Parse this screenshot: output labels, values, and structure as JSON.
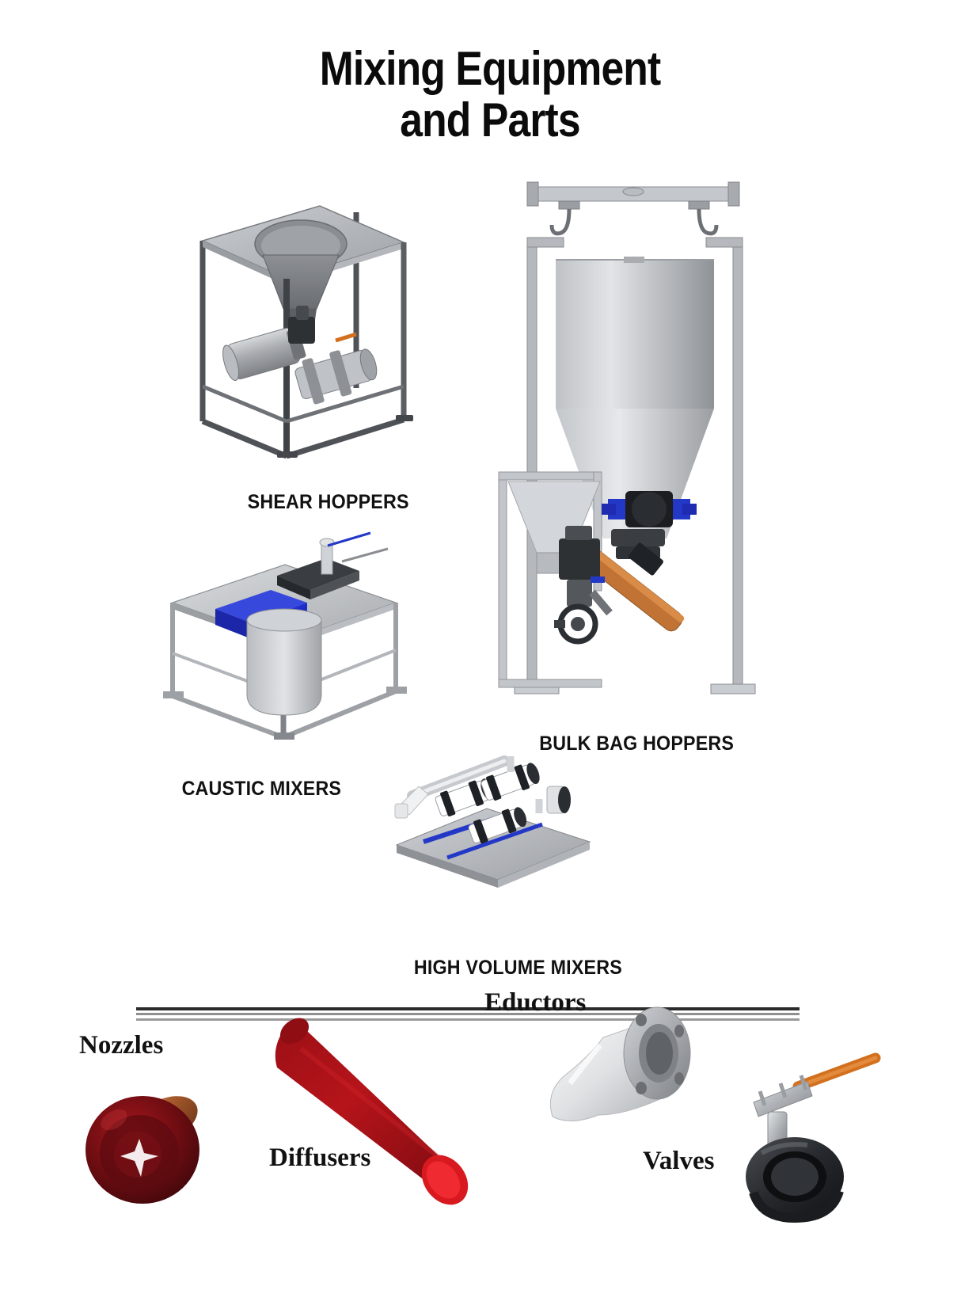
{
  "page": {
    "title_line1": "Mixing Equipment",
    "title_line2": "and Parts",
    "background_color": "#ffffff",
    "text_color": "#111111"
  },
  "equipment_section": {
    "items": [
      {
        "id": "shear-hoppers",
        "label": "SHEAR HOPPERS",
        "image_name": "shear-hopper-illustration",
        "description": "Skid frame with round hopper, motor and inline pump assembly"
      },
      {
        "id": "bulk-bag-hoppers",
        "label": "BULK BAG HOPPERS",
        "image_name": "bulk-bag-hopper-illustration",
        "description": "Tall frame with lifting beam, conical bag hopper and discharge valve"
      },
      {
        "id": "caustic-mixers",
        "label": "CAUSTIC MIXERS",
        "image_name": "caustic-mixer-illustration",
        "description": "Two tier skid with blue tote and tank"
      },
      {
        "id": "high-volume-mixers",
        "label": "HIGH VOLUME MIXERS",
        "image_name": "high-volume-mixer-illustration",
        "description": "Skid mounted manifold with multiple inline mixers"
      }
    ]
  },
  "parts_section": {
    "divider_name": "section-divider",
    "items": [
      {
        "id": "nozzles",
        "label": "Nozzles",
        "image_name": "nozzle-illustration",
        "color": "#8e0f12"
      },
      {
        "id": "diffusers",
        "label": "Diffusers",
        "image_name": "diffuser-illustration",
        "color": "#b01218"
      },
      {
        "id": "eductors",
        "label": "Eductors",
        "image_name": "eductor-illustration",
        "color": "#c9c9c9"
      },
      {
        "id": "valves",
        "label": "Valves",
        "image_name": "valve-illustration",
        "color": "#2a2a2a"
      }
    ]
  },
  "palette": {
    "steel_light": "#d7d9db",
    "steel_mid": "#b6b9bc",
    "steel_dark": "#8a8d90",
    "frame_gray": "#6f7276",
    "accent_blue": "#2438c8",
    "accent_orange": "#d2701e",
    "accent_red": "#b01218",
    "line_dark": "#2b2b2b"
  }
}
